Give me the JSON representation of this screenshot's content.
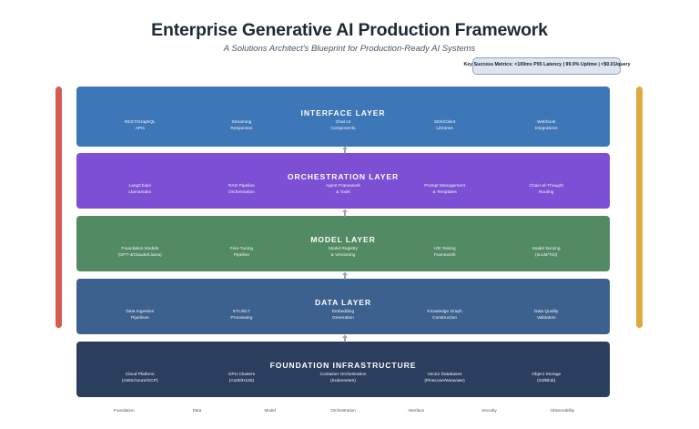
{
  "header": {
    "title": "Enterprise Generative AI Production Framework",
    "subtitle": "A Solutions Architect's Blueprint for Production-Ready AI Systems"
  },
  "metrics_callout": {
    "text": "Key Success Metrics: <100ms P95 Latency | 99.9% Uptime | <$0.01/query"
  },
  "pillars": {
    "left": {
      "name": "security-pillar",
      "color": "#d65a52"
    },
    "right": {
      "name": "observability-pillar",
      "color": "#e0a93c"
    }
  },
  "layers": [
    {
      "id": "interface",
      "title": "INTERFACE LAYER",
      "color": "#3d77b8",
      "components": [
        "REST/GraphQL\nAPIs",
        "Streaming\nResponses",
        "Chat UI\nComponents",
        "SDK/Client\nLibraries",
        "Webhook\nIntegrations"
      ]
    },
    {
      "id": "orchestration",
      "title": "ORCHESTRATION LAYER",
      "color": "#7c4fd4",
      "components": [
        "LangChain/\nLlamaIndex",
        "RAG Pipeline\nOrchestration",
        "Agent Framework\n& Tools",
        "Prompt Management\n& Templates",
        "Chain-of-Thought\nRouting"
      ]
    },
    {
      "id": "model",
      "title": "MODEL LAYER",
      "color": "#528b63",
      "components": [
        "Foundation Models\n(GPT-4/Claude/Llama)",
        "Fine-Tuning\nPipeline",
        "Model Registry\n& Versioning",
        "A/B Testing\nFramework",
        "Model Serving\n(vLLM/TGI)"
      ]
    },
    {
      "id": "data",
      "title": "DATA LAYER",
      "color": "#3c618e",
      "components": [
        "Data Ingestion\nPipelines",
        "ETL/ELT\nProcessing",
        "Embedding\nGeneration",
        "Knowledge Graph\nConstruction",
        "Data Quality\nValidation"
      ]
    },
    {
      "id": "foundation",
      "title": "FOUNDATION INFRASTRUCTURE",
      "color": "#2c3e5e",
      "components": [
        "Cloud Platform\n(AWS/Azure/GCP)",
        "GPU Clusters\n(A100/H100)",
        "Container Orchestration\n(Kubernetes)",
        "Vector Databases\n(Pinecone/Weaviate)",
        "Object Storage\n(S3/Blob)"
      ]
    }
  ],
  "axis_labels": [
    "Foundation",
    "Data",
    "Model",
    "Orchestration",
    "Interface",
    "Security",
    "Observability"
  ]
}
